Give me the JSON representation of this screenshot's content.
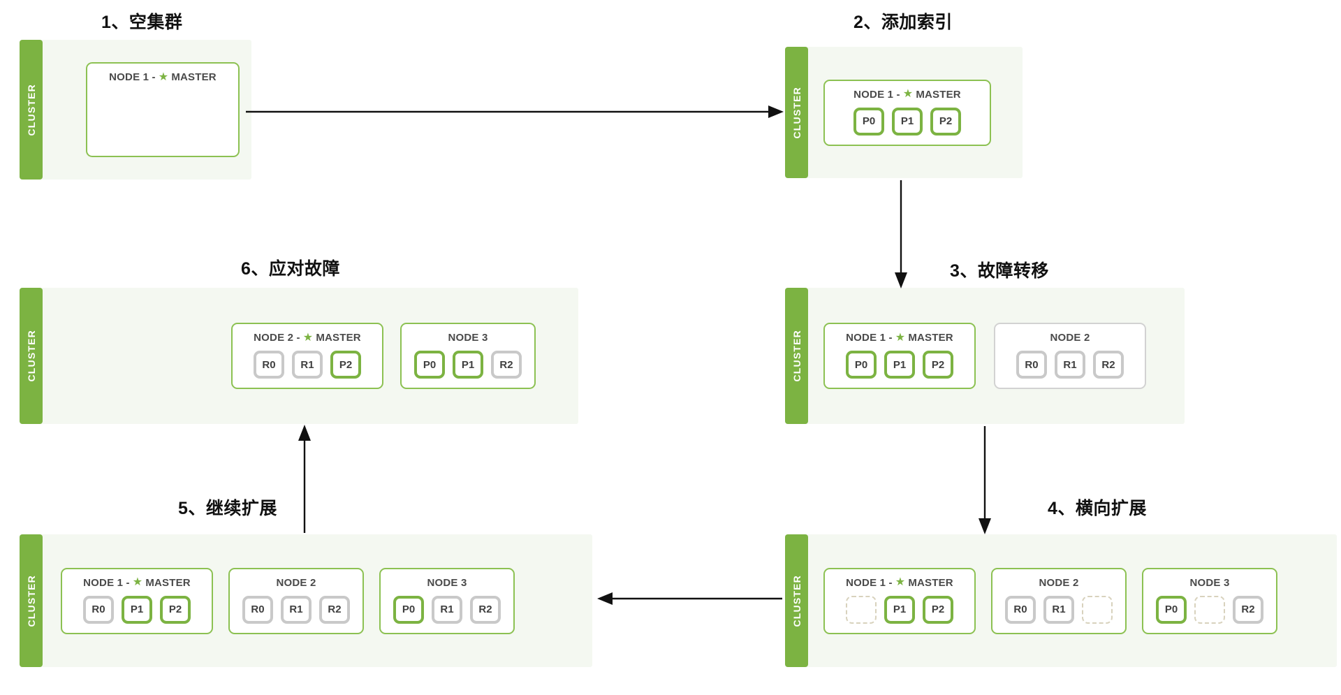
{
  "diagram": {
    "cluster_label": "CLUSTER",
    "master_tag": "MASTER",
    "star_glyph": "★",
    "colors": {
      "green": "#7cb342",
      "node_green_border": "#8cc152",
      "grey": "#c9c9c9",
      "panel_bg": "#f4f8f1",
      "arrow": "#111111"
    }
  },
  "steps": [
    {
      "id": "step1",
      "title": "1、空集群",
      "nodes": [
        {
          "name": "NODE 1 - ",
          "master": true,
          "shards": []
        }
      ]
    },
    {
      "id": "step2",
      "title": "2、添加索引",
      "nodes": [
        {
          "name": "NODE 1 - ",
          "master": true,
          "shards": [
            {
              "label": "P0",
              "kind": "primary"
            },
            {
              "label": "P1",
              "kind": "primary"
            },
            {
              "label": "P2",
              "kind": "primary"
            }
          ]
        }
      ]
    },
    {
      "id": "step3",
      "title": "3、故障转移",
      "nodes": [
        {
          "name": "NODE 1 - ",
          "master": true,
          "shards": [
            {
              "label": "P0",
              "kind": "primary"
            },
            {
              "label": "P1",
              "kind": "primary"
            },
            {
              "label": "P2",
              "kind": "primary"
            }
          ]
        },
        {
          "name": "NODE 2",
          "master": false,
          "grey_border": true,
          "shards": [
            {
              "label": "R0",
              "kind": "replica"
            },
            {
              "label": "R1",
              "kind": "replica"
            },
            {
              "label": "R2",
              "kind": "replica"
            }
          ]
        }
      ]
    },
    {
      "id": "step4",
      "title": "4、横向扩展",
      "nodes": [
        {
          "name": "NODE 1 - ",
          "master": true,
          "shards": [
            {
              "label": "",
              "kind": "empty"
            },
            {
              "label": "P1",
              "kind": "primary"
            },
            {
              "label": "P2",
              "kind": "primary"
            }
          ]
        },
        {
          "name": "NODE 2",
          "master": false,
          "shards": [
            {
              "label": "R0",
              "kind": "replica"
            },
            {
              "label": "R1",
              "kind": "replica"
            },
            {
              "label": "",
              "kind": "empty"
            }
          ]
        },
        {
          "name": "NODE 3",
          "master": false,
          "shards": [
            {
              "label": "P0",
              "kind": "primary"
            },
            {
              "label": "",
              "kind": "empty"
            },
            {
              "label": "R2",
              "kind": "replica"
            }
          ]
        }
      ]
    },
    {
      "id": "step5",
      "title": "5、继续扩展",
      "nodes": [
        {
          "name": "NODE 1 - ",
          "master": true,
          "shards": [
            {
              "label": "R0",
              "kind": "replica"
            },
            {
              "label": "P1",
              "kind": "primary"
            },
            {
              "label": "P2",
              "kind": "primary"
            }
          ]
        },
        {
          "name": "NODE 2",
          "master": false,
          "shards": [
            {
              "label": "R0",
              "kind": "replica"
            },
            {
              "label": "R1",
              "kind": "replica"
            },
            {
              "label": "R2",
              "kind": "replica"
            }
          ]
        },
        {
          "name": "NODE 3",
          "master": false,
          "shards": [
            {
              "label": "P0",
              "kind": "primary"
            },
            {
              "label": "R1",
              "kind": "replica"
            },
            {
              "label": "R2",
              "kind": "replica"
            }
          ]
        }
      ]
    },
    {
      "id": "step6",
      "title": "6、应对故障",
      "nodes": [
        {
          "name": "NODE 2 - ",
          "master": true,
          "shards": [
            {
              "label": "R0",
              "kind": "replica"
            },
            {
              "label": "R1",
              "kind": "replica"
            },
            {
              "label": "P2",
              "kind": "primary"
            }
          ]
        },
        {
          "name": "NODE 3",
          "master": false,
          "shards": [
            {
              "label": "P0",
              "kind": "primary"
            },
            {
              "label": "P1",
              "kind": "primary"
            },
            {
              "label": "R2",
              "kind": "replica"
            }
          ]
        }
      ]
    }
  ],
  "arrows": [
    {
      "id": "arrow-1-to-2",
      "direction": "right"
    },
    {
      "id": "arrow-2-to-3",
      "direction": "down"
    },
    {
      "id": "arrow-3-to-4",
      "direction": "down"
    },
    {
      "id": "arrow-4-to-5",
      "direction": "left"
    },
    {
      "id": "arrow-5-to-6",
      "direction": "up"
    }
  ]
}
